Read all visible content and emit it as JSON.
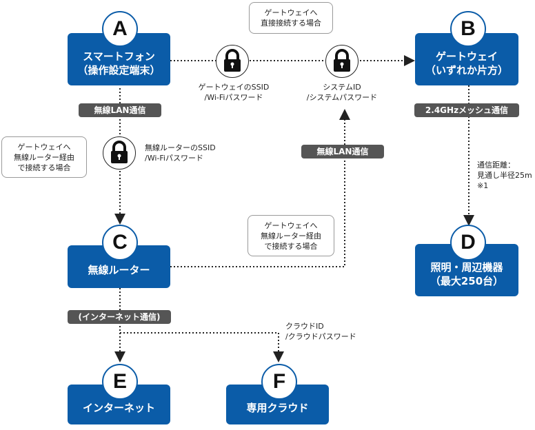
{
  "nodes": {
    "A": {
      "letter": "A",
      "line1": "スマートフォン",
      "line2": "（操作設定端末）"
    },
    "B": {
      "letter": "B",
      "line1": "ゲートウェイ",
      "line2": "（いずれか片方）"
    },
    "C": {
      "letter": "C",
      "line1": "無線ルーター"
    },
    "D": {
      "letter": "D",
      "line1": "照明・周辺機器",
      "line2": "（最大250台）"
    },
    "E": {
      "letter": "E",
      "line1": "インターネット"
    },
    "F": {
      "letter": "F",
      "line1": "専用クラウド"
    }
  },
  "pills": {
    "a_to_c": "無線LAN通信",
    "c_to_b": "無線LAN通信",
    "b_to_d": "2.4GHzメッシュ通信",
    "c_to_e": "(インターネット通信)"
  },
  "notes": {
    "direct": {
      "line1": "ゲートウェイへ",
      "line2": "直接接続する場合"
    },
    "via_router_left": {
      "line1": "ゲートウェイへ",
      "line2": "無線ルーター経由",
      "line3": "で接続する場合"
    },
    "via_router_right": {
      "line1": "ゲートウェイへ",
      "line2": "無線ルーター経由",
      "line3": "で接続する場合"
    }
  },
  "labels": {
    "gateway_ssid": {
      "line1": "ゲートウェイのSSID",
      "line2": "/Wi-Fiパスワード"
    },
    "system_id": {
      "line1": "システムID",
      "line2": "/システムパスワード"
    },
    "router_ssid": {
      "line1": "無線ルーターのSSID",
      "line2": "/Wi-Fiパスワード"
    },
    "cloud_id": {
      "line1": "クラウドID",
      "line2": "/クラウドパスワード"
    },
    "distance": {
      "line1": "通信距離：",
      "line2": "見通し半径25m",
      "line3": "※1"
    }
  },
  "icons": [
    "lock-icon",
    "lock-icon",
    "lock-icon"
  ],
  "colors": {
    "node_fill": "#0b5ca8",
    "pill_fill": "#555555",
    "line": "#222222"
  }
}
